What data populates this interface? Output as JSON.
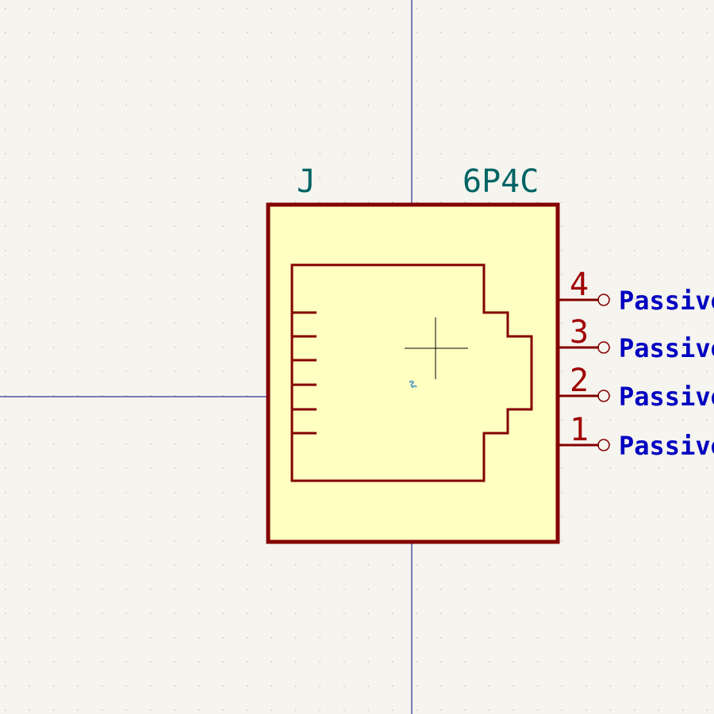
{
  "symbol": {
    "reference": "J",
    "value": "6P4C",
    "pins": [
      {
        "number": "4",
        "type": "Passive"
      },
      {
        "number": "3",
        "type": "Passive"
      },
      {
        "number": "2",
        "type": "Passive"
      },
      {
        "number": "1",
        "type": "Passive"
      }
    ]
  },
  "colors": {
    "background": "#f5f4ef",
    "grid_dot": "#c8c8c0",
    "axis": "#000080",
    "body_fill": "#ffffc2",
    "body_outline": "#840000",
    "pin_line": "#840000",
    "pin_number": "#a00000",
    "pin_type": "#0000c0",
    "field_text": "#006464",
    "anchor_marker": "#000000",
    "tilde_mark": "#5aa0c8"
  },
  "icons": {
    "anchor": "crosshair-icon",
    "tilde": "tilde-icon",
    "pin_end": "circle-icon"
  }
}
